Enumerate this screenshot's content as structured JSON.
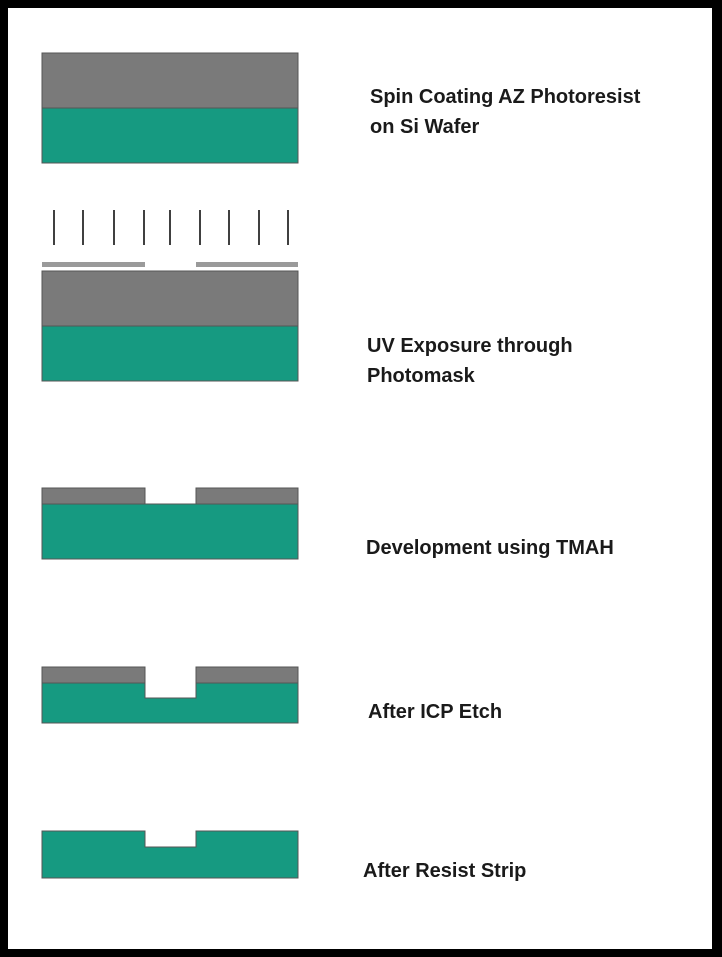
{
  "colors": {
    "resist": "#7a7a7a",
    "silicon": "#169a81",
    "outline": "#555555",
    "mask": "#9a9a9a",
    "uv_ray": "#000000",
    "border": "#000000"
  },
  "steps": [
    {
      "id": "spin-coat",
      "label_lines": [
        "Spin Coating AZ Photoresist",
        "on Si Wafer"
      ]
    },
    {
      "id": "uv-exposure",
      "label_lines": [
        "UV Exposure through",
        "Photomask"
      ]
    },
    {
      "id": "development",
      "label_lines": [
        "Development using TMAH"
      ]
    },
    {
      "id": "icp-etch",
      "label_lines": [
        "After ICP Etch"
      ]
    },
    {
      "id": "resist-strip",
      "label_lines": [
        "After Resist Strip"
      ]
    }
  ]
}
